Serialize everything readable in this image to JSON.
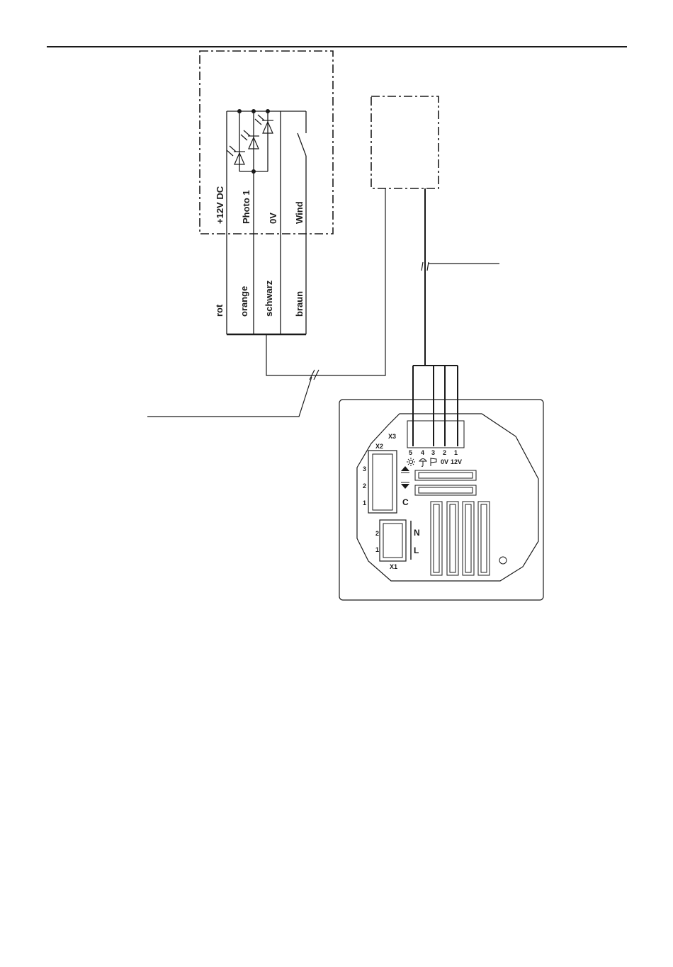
{
  "sensor": {
    "terminals": [
      "+12V DC",
      "Photo 1",
      "0V",
      "Wind"
    ],
    "wires": [
      "rot",
      "orange",
      "schwarz",
      "braun"
    ]
  },
  "controller": {
    "connector_x3": {
      "label": "X3",
      "pins": [
        {
          "number": "5",
          "icon": "sun-icon"
        },
        {
          "number": "4",
          "icon": "rain-umbrella-icon"
        },
        {
          "number": "3",
          "icon": "wind-flag-icon"
        },
        {
          "number": "2",
          "text": "0V"
        },
        {
          "number": "1",
          "text": "12V"
        }
      ]
    },
    "connector_x2": {
      "label": "X2",
      "pins": [
        "3",
        "2",
        "1"
      ],
      "up_icon": "arrow-up-icon",
      "down_icon": "arrow-down-icon",
      "common": "C"
    },
    "connector_x1": {
      "label": "X1",
      "pins": [
        "2",
        "1"
      ],
      "neutral": "N",
      "live": "L"
    }
  }
}
